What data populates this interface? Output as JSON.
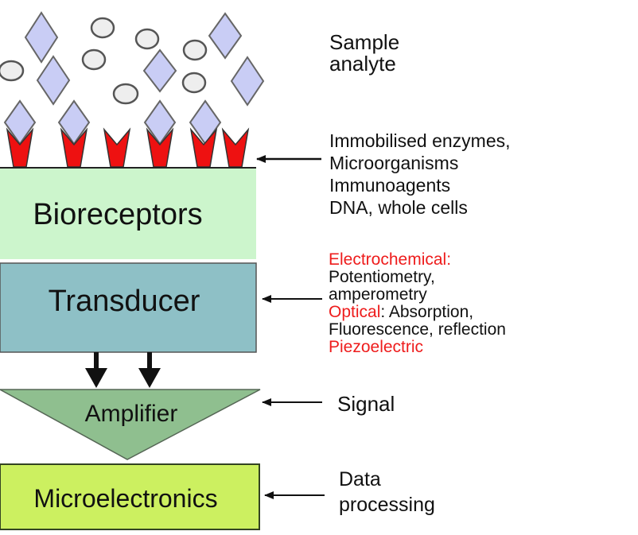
{
  "blocks": {
    "bioreceptors": "Bioreceptors",
    "transducer": "Transducer",
    "amplifier": "Amplifier",
    "microelectronics": "Microelectronics"
  },
  "labels": {
    "sample": [
      "Sample",
      "analyte"
    ],
    "bioreceptor_types": [
      "Immobilised enzymes,",
      "Microorganisms",
      "Immunoagents",
      "DNA, whole cells"
    ],
    "transducer_types": {
      "electrochemical": "Electrochemical:",
      "electrochemical_methods": [
        "Potentiometry,",
        "amperometry"
      ],
      "optical": "Optical",
      "optical_methods": [
        ": Absorption,",
        "Fluorescence, reflection"
      ],
      "piezoelectric": "Piezoelectric"
    },
    "signal": "Signal",
    "data_processing": [
      "Data",
      "processing"
    ]
  },
  "colors": {
    "bioreceptors": "#ccf5cc",
    "transducer": "#8ec0c6",
    "amplifier": "#8fbf8f",
    "microelectronics": "#ccf060",
    "diamond": "#c9cdf5",
    "receptor": "#ee1111",
    "highlight": "#ee1c1c"
  }
}
